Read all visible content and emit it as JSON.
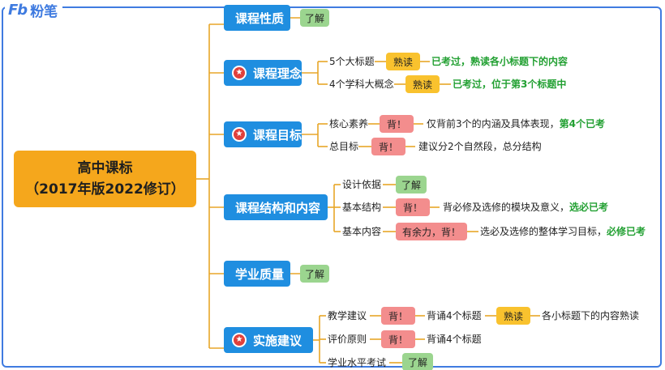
{
  "brand": {
    "mark": "Fb",
    "name": "粉笔"
  },
  "root": {
    "line1": "高中课标",
    "line2": "（2017年版2022修订）"
  },
  "branches": [
    {
      "label": "课程性质",
      "tag": "了解"
    },
    {
      "label": "课程理念"
    },
    {
      "label": "课程目标"
    },
    {
      "label": "课程结构和内容"
    },
    {
      "label": "学业质量",
      "tag": "了解"
    },
    {
      "label": "实施建议"
    }
  ],
  "star_icon": "★",
  "leaves": {
    "linian_1": {
      "label": "5个大标题",
      "tag": "熟读",
      "note": "已考过，熟读各小标题下的内容"
    },
    "linian_2": {
      "label": "4个学科大概念",
      "tag": "熟读",
      "note": "已考过，位于第3个标题中"
    },
    "mubiao_1": {
      "label": "核心素养",
      "tag": "背！",
      "note": "仅背前3个的内涵及具体表现，",
      "note_green": "第4个已考"
    },
    "mubiao_2": {
      "label": "总目标",
      "tag": "背！",
      "note": "建议分2个自然段，总分结构"
    },
    "jiegou_1": {
      "label": "设计依据",
      "tag": "了解"
    },
    "jiegou_2": {
      "label": "基本结构",
      "tag": "背！",
      "note": "背必修及选修的模块及意义，",
      "note_green": "选必已考"
    },
    "jiegou_3": {
      "label": "基本内容",
      "tag": "有余力，背！",
      "note": "选必及选修的整体学习目标，",
      "note_green": "必修已考"
    },
    "shishi_1": {
      "label": "教学建议",
      "tag": "背！",
      "mid": "背诵4个标题",
      "tag2": "熟读",
      "note": "各小标题下的内容熟读"
    },
    "shishi_2": {
      "label": "评价原则",
      "tag": "背！",
      "mid": "背诵4个标题"
    },
    "shishi_3": {
      "label": "学业水平考试",
      "tag": "了解"
    }
  },
  "colors": {
    "branch": "#1f8ee0",
    "root": "#f5a71c",
    "line": "#e8a628",
    "frame": "#3f7be0",
    "done": "#22a032"
  }
}
